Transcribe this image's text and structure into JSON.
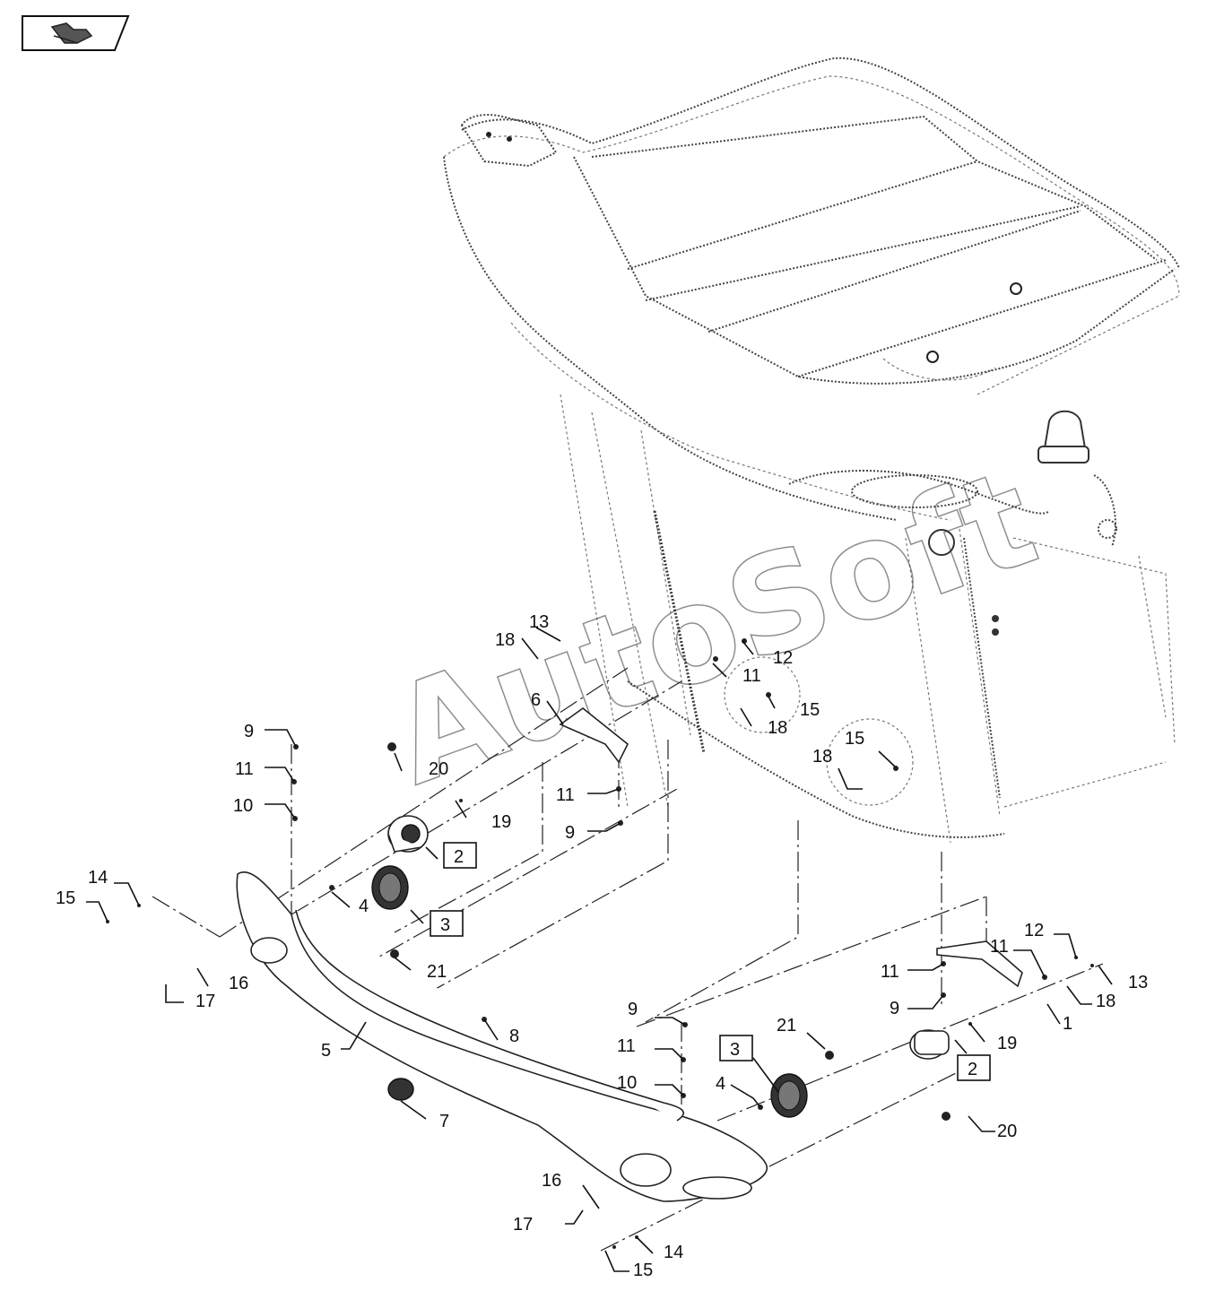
{
  "nav": {
    "icon": "back-arrow-icon"
  },
  "watermark": {
    "text": "AutoSoft"
  },
  "callouts": {
    "c1": "1",
    "c2a": "2",
    "c2b": "2",
    "c3a": "3",
    "c3b": "3",
    "c4a": "4",
    "c4b": "4",
    "c5": "5",
    "c6": "6",
    "c7": "7",
    "c8": "8",
    "c9a": "9",
    "c9b": "9",
    "c9c": "9",
    "c9d": "9",
    "c10a": "10",
    "c10b": "10",
    "c11a": "11",
    "c11b": "11",
    "c11c": "11",
    "c11d": "11",
    "c11e": "11",
    "c11f": "11",
    "c12a": "12",
    "c12b": "12",
    "c13a": "13",
    "c13b": "13",
    "c14a": "14",
    "c14b": "14",
    "c15a": "15",
    "c15b": "15",
    "c15c": "15",
    "c15d": "15",
    "c16a": "16",
    "c16b": "16",
    "c17a": "17",
    "c17b": "17",
    "c18a": "18",
    "c18b": "18",
    "c18c": "18",
    "c18d": "18",
    "c19a": "19",
    "c19b": "19",
    "c20a": "20",
    "c20b": "20",
    "c21a": "21",
    "c21b": "21"
  }
}
